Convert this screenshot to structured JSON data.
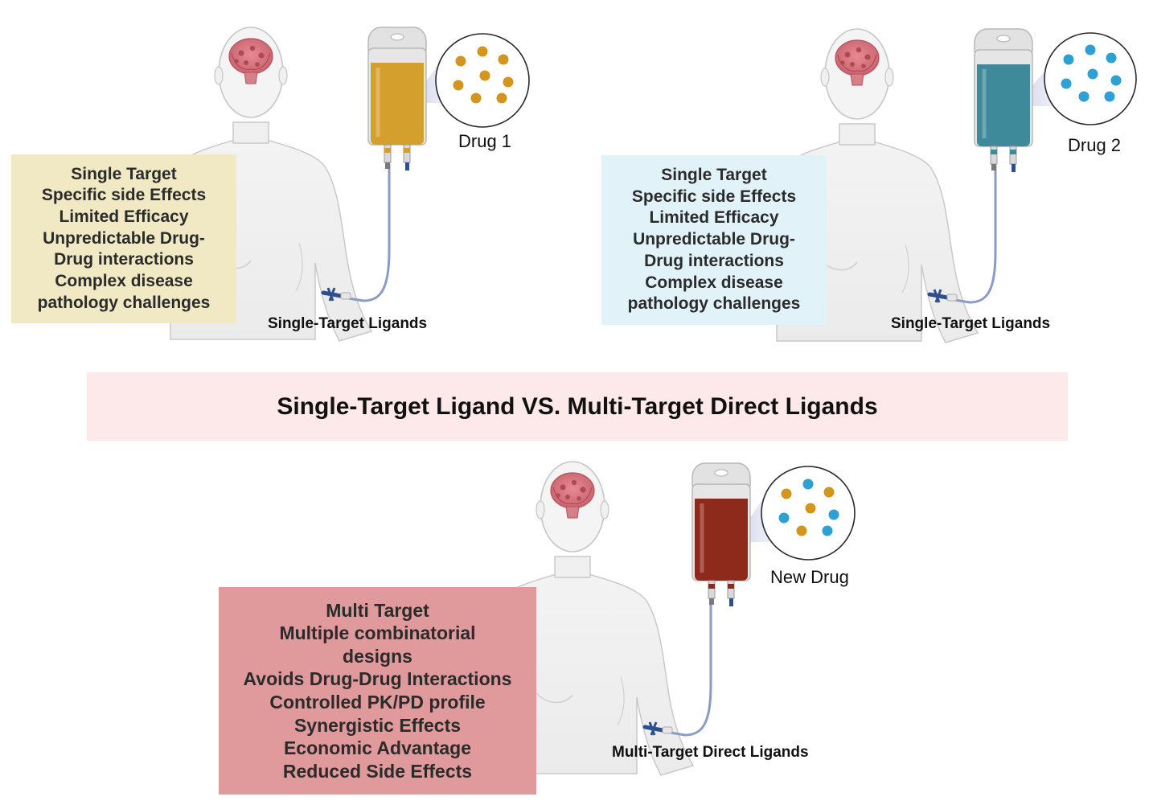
{
  "panels": [
    {
      "drug_label": "Drug 1",
      "caption": "Single-Target Ligands",
      "bag_fill": "#d49f2c",
      "dot_colors": [
        "#d4951e"
      ],
      "box_color": "#f1e8c4",
      "box_lines": [
        "Single Target",
        "Specific side Effects",
        "Limited Efficacy",
        "Unpredictable Drug-",
        "Drug interactions",
        "Complex disease",
        "pathology challenges"
      ]
    },
    {
      "drug_label": "Drug 2",
      "caption": "Single-Target Ligands",
      "bag_fill": "#3f8a9a",
      "dot_colors": [
        "#2fa0d4"
      ],
      "box_color": "#e1f3f8",
      "box_lines": [
        "Single Target",
        "Specific side Effects",
        "Limited Efficacy",
        "Unpredictable Drug-",
        "Drug interactions",
        "Complex disease",
        "pathology challenges"
      ]
    },
    {
      "drug_label": "New Drug",
      "caption": "Multi-Target Direct Ligands",
      "bag_fill": "#8e2a1c",
      "dot_colors": [
        "#d4951e",
        "#2fa0d4"
      ],
      "box_color": "#e09a9b",
      "box_lines": [
        "Multi Target",
        "Multiple combinatorial",
        "designs",
        "Avoids Drug-Drug Interactions",
        "Controlled PK/PD profile",
        "Synergistic Effects",
        "Economic Advantage",
        "Reduced Side Effects"
      ]
    }
  ],
  "banner": {
    "title": "Single-Target Ligand VS. Multi-Target Direct Ligands",
    "color": "#fde9e9"
  }
}
